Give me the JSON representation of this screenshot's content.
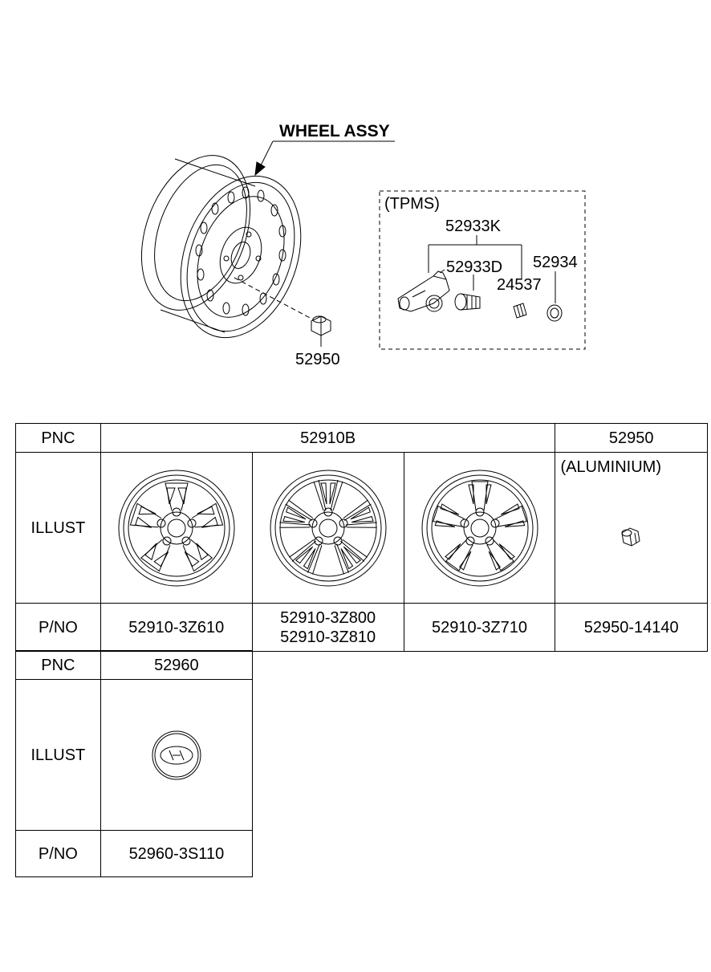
{
  "diagram": {
    "title": "WHEEL ASSY",
    "tpms_label": "(TPMS)",
    "callouts": {
      "p52933K": "52933K",
      "p52933D": "52933D",
      "p52934": "52934",
      "p24537": "24537",
      "p52950": "52950"
    }
  },
  "table1": {
    "headers": {
      "pnc": "PNC",
      "illust": "ILLUST",
      "pno": "P/NO"
    },
    "pnc_values": [
      "52910B",
      "52950"
    ],
    "aluminium_note": "(ALUMINIUM)",
    "part_numbers": {
      "wheel_a": "52910-3Z610",
      "wheel_b_1": "52910-3Z800",
      "wheel_b_2": "52910-3Z810",
      "wheel_c": "52910-3Z710",
      "nut": "52950-14140"
    }
  },
  "table2": {
    "headers": {
      "pnc": "PNC",
      "illust": "ILLUST",
      "pno": "P/NO"
    },
    "pnc_value": "52960",
    "part_number": "52960-3S110"
  }
}
